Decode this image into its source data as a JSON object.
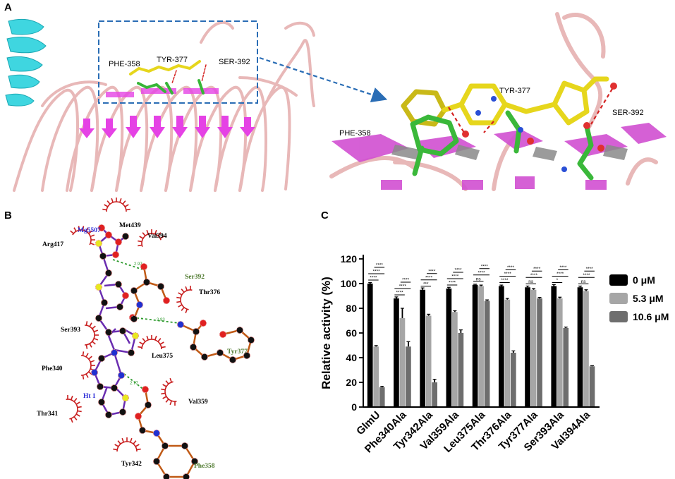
{
  "panels": {
    "a": "A",
    "b": "B",
    "c": "C"
  },
  "structure": {
    "overview_labels": [
      "PHE-358",
      "TYR-377",
      "SER-392"
    ],
    "zoom_labels": [
      "PHE-358",
      "TYR-377",
      "SER-392"
    ]
  },
  "ligplot": {
    "ligand_labels": [
      "Mg5507",
      "Ht 1"
    ],
    "hbond_residues": [
      "Ser392",
      "Tyr377",
      "Phe358"
    ],
    "hydrophobic_residues": [
      "Met439",
      "Arg417",
      "Val394",
      "Thr376",
      "Ser393",
      "Leu375",
      "Phe340",
      "Val359",
      "Thr341",
      "Tyr342"
    ]
  },
  "chart_data": {
    "type": "bar",
    "categories": [
      "GlmU",
      "Phe340Ala",
      "Tyr342Ala",
      "Val359Ala",
      "Leu375Ala",
      "Thr376Ala",
      "Tyr377Ala",
      "Ser393Ala",
      "Val394Ala"
    ],
    "series": [
      {
        "name": "0 μM",
        "color": "#000000",
        "values": [
          100,
          88,
          95,
          96,
          99,
          98,
          97,
          98,
          97
        ],
        "errors": [
          0.8,
          1.2,
          1.5,
          1.0,
          0.5,
          0.8,
          1.0,
          1.2,
          1.0
        ]
      },
      {
        "name": "5.3 μM",
        "color": "#a6a6a6",
        "values": [
          49,
          72,
          74,
          77,
          98,
          87,
          95,
          88,
          94
        ],
        "errors": [
          0.8,
          8,
          1.2,
          1.0,
          0.8,
          1.0,
          1.0,
          1.0,
          1.0
        ]
      },
      {
        "name": "10.6 μM",
        "color": "#6e6e6e",
        "values": [
          16,
          49,
          20,
          60,
          86,
          44,
          88,
          64,
          33
        ],
        "errors": [
          0.8,
          4,
          2.5,
          2.5,
          0.8,
          1.5,
          0.8,
          0.8,
          0.5
        ]
      }
    ],
    "significance": [
      [
        "****",
        "****",
        "****"
      ],
      [
        "****",
        "****",
        "****"
      ],
      [
        "***",
        "****",
        "****"
      ],
      [
        "****",
        "****",
        "****"
      ],
      [
        "ns",
        "****",
        "****"
      ],
      [
        "****",
        "****",
        "****"
      ],
      [
        "ns",
        "****",
        "****"
      ],
      [
        "*",
        "****",
        "****"
      ],
      [
        "ns",
        "****",
        "****"
      ]
    ],
    "ylabel": "Relative activity (%)",
    "xlabel": "",
    "ylim": [
      0,
      120
    ],
    "yticks": [
      0,
      20,
      40,
      60,
      80,
      100,
      120
    ],
    "legend": "right"
  }
}
